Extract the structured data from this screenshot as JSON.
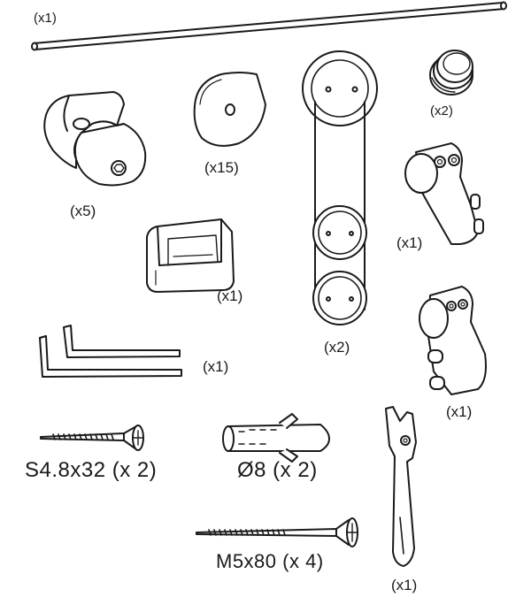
{
  "labels": {
    "rail_qty": "(x1)",
    "bracket_qty": "(x5)",
    "spacer_qty": "(x15)",
    "hanger_qty": "(x2)",
    "stopper_qty": "(x2)",
    "guide_clip_qty": "(x1)",
    "roller_clamp_a_qty": "(x1)",
    "roller_clamp_b_qty": "(x1)",
    "allen_keys_qty": "(x1)",
    "screw_small": "S4.8x32 (x 2)",
    "wall_plug": "Ø8 (x 2)",
    "screw_long": "M5x80 (x 4)",
    "spanner_qty": "(x1)"
  },
  "icons": {
    "rail": "rail-icon",
    "bracket": "wall-bracket-icon",
    "spacer": "washer-icon",
    "hanger": "hanger-plate-icon",
    "stopper": "end-stopper-icon",
    "guide": "floor-guide-icon",
    "roller_a": "roller-clamp-icon",
    "roller_b": "roller-clamp-icon",
    "allen": "allen-key-icon",
    "screw_small": "screw-icon",
    "plug": "wall-plug-icon",
    "screw_long": "screw-icon",
    "spanner": "pin-spanner-icon"
  }
}
